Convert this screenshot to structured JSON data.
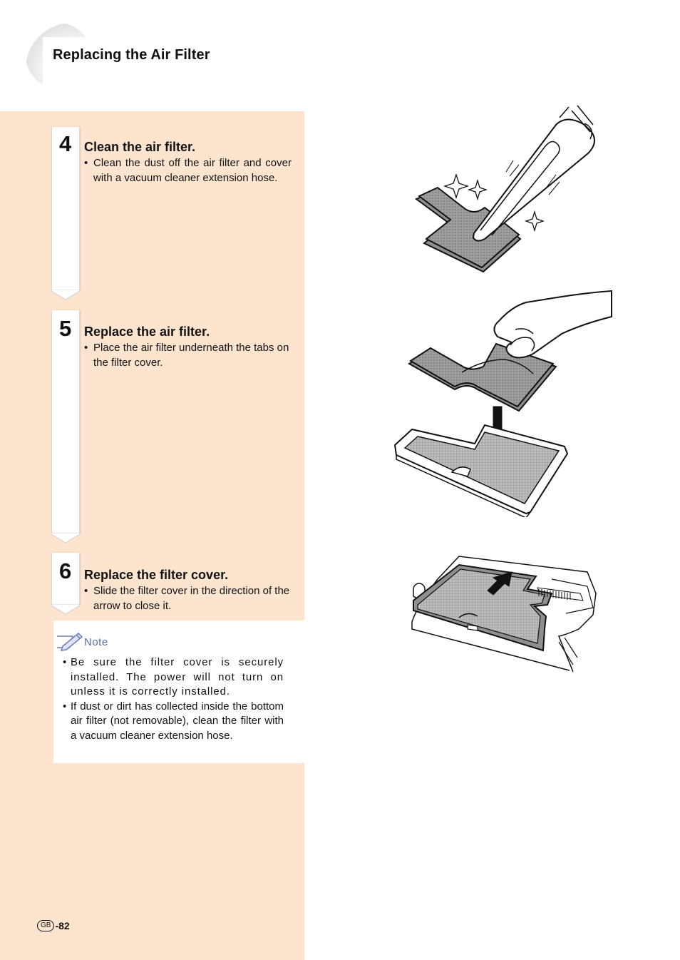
{
  "page": {
    "title": "Replacing the Air Filter",
    "page_number_badge": "GB",
    "page_number": "-82"
  },
  "steps": [
    {
      "number": "4",
      "title": "Clean the air filter.",
      "bullets": [
        "Clean the dust off the air filter and cover with a vacuum cleaner extension hose."
      ]
    },
    {
      "number": "5",
      "title": "Replace the air filter.",
      "bullets": [
        "Place the air filter underneath the tabs on the filter cover."
      ]
    },
    {
      "number": "6",
      "title": "Replace the filter cover.",
      "bullets": [
        "Slide the filter cover in the direction of the arrow to close it."
      ]
    }
  ],
  "note": {
    "label": "Note",
    "bullets": [
      "Be sure the filter cover is securely installed. The power will not turn on unless it is correctly installed.",
      "If dust or dirt has collected inside the bottom air filter (not removable), clean the filter with a vacuum cleaner extension hose."
    ]
  },
  "illustrations": {
    "step4": "vacuum-cleaning-filter-illustration",
    "step5": "insert-filter-into-cover-illustration",
    "step6": "slide-cover-closed-illustration"
  }
}
